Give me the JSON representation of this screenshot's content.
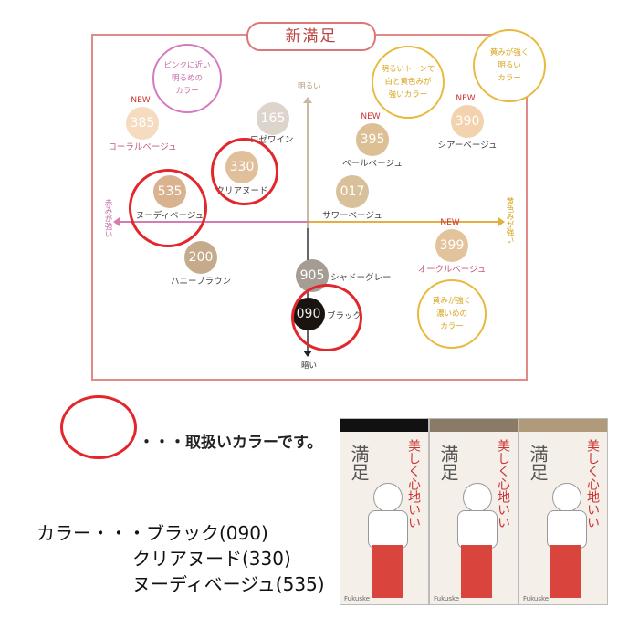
{
  "title": "新満足",
  "axes": {
    "top": "明るい",
    "bottom": "暗い",
    "left": "赤みが強い",
    "right": "黄色みが強い"
  },
  "new_label": "NEW",
  "colors": [
    {
      "code": "385",
      "name": "コーラルベージュ",
      "hex": "#f5dcc0",
      "new": true
    },
    {
      "code": "165",
      "name": "ロゼワイン",
      "hex": "#ddd4cc",
      "new": false
    },
    {
      "code": "330",
      "name": "クリアヌード",
      "hex": "#dfc09a",
      "new": false,
      "handled": true
    },
    {
      "code": "535",
      "name": "ヌーディベージュ",
      "hex": "#d9b38f",
      "new": false,
      "handled": true
    },
    {
      "code": "017",
      "name": "サワーベージュ",
      "hex": "#d8c09a",
      "new": false
    },
    {
      "code": "395",
      "name": "ペールベージュ",
      "hex": "#dcbf95",
      "new": true
    },
    {
      "code": "390",
      "name": "シアーベージュ",
      "hex": "#f2d3ad",
      "new": true
    },
    {
      "code": "399",
      "name": "オークルベージュ",
      "hex": "#e2c39b",
      "new": true
    },
    {
      "code": "200",
      "name": "ハニーブラウン",
      "hex": "#c5aa8c",
      "new": false
    },
    {
      "code": "905",
      "name": "シャドーグレー",
      "hex": "#a59d94",
      "new": false
    },
    {
      "code": "090",
      "name": "ブラック",
      "hex": "#1a1410",
      "new": false,
      "handled": true
    }
  ],
  "bubbles": [
    "ピンクに近い\n明るめの\nカラー",
    "明るいトーンで\n白と黄色みが\n強いカラー",
    "黄みが強く\n明るい\nカラー",
    "黄みが強く\n濃いめの\nカラー"
  ],
  "legend_text": "・・・取扱いカラーです。",
  "available": {
    "prefix": "カラー・・・",
    "items": [
      "ブラック(090)",
      "クリアヌード(330)",
      "ヌーディベージュ(535)"
    ]
  },
  "package": {
    "brand": "満足",
    "tagline": "美しく心地いい",
    "maker": "Fukuske"
  },
  "accent": "#e2262b"
}
